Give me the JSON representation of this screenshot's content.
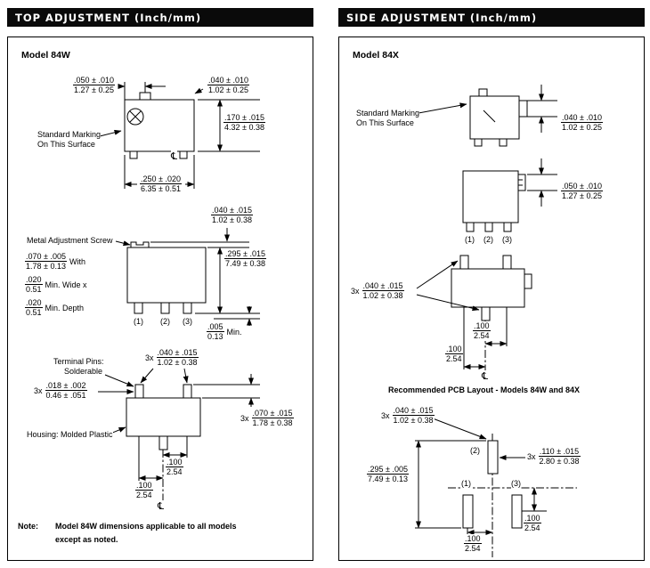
{
  "left": {
    "header": "TOP ADJUSTMENT (Inch/mm)",
    "model": "Model 84W",
    "top_view": {
      "dim_050": {
        "in": ".050 ± .010",
        "mm": "1.27 ± 0.25"
      },
      "dim_040": {
        "in": ".040 ± .010",
        "mm": "1.02 ± 0.25"
      },
      "dim_170": {
        "in": ".170 ± .015",
        "mm": "4.32 ± 0.38"
      },
      "dim_250": {
        "in": ".250 ± .020",
        "mm": "6.35 ± 0.51"
      },
      "marking1": "Standard Marking",
      "marking2": "On This Surface",
      "centerline": "℄"
    },
    "front_view": {
      "dim_040": {
        "in": ".040 ± .015",
        "mm": "1.02 ± 0.38"
      },
      "screw_label": "Metal Adjustment Screw",
      "dim_070": {
        "in": ".070 ± .005",
        "mm": "1.78 ± 0.13",
        "suffix": "With"
      },
      "dim_020w": {
        "in": ".020",
        "mm": "0.51",
        "suffix": "Min. Wide x"
      },
      "dim_020d": {
        "in": ".020",
        "mm": "0.51",
        "suffix": "Min. Depth"
      },
      "dim_295": {
        "in": ".295 ± .015",
        "mm": "7.49 ± 0.38"
      },
      "dim_005": {
        "in": ".005",
        "mm": "0.13",
        "suffix": "Min."
      },
      "pin1": "(1)",
      "pin2": "(2)",
      "pin3": "(3)"
    },
    "bottom_view": {
      "dim_040": {
        "prefix": "3x",
        "in": ".040 ± .015",
        "mm": "1.02 ± 0.38"
      },
      "terminal1": "Terminal Pins:",
      "terminal2": "Solderable",
      "dim_018": {
        "prefix": "3x",
        "in": ".018 ± .002",
        "mm": "0.46 ± .051"
      },
      "dim_070": {
        "prefix": "3x",
        "in": ".070 ± .015",
        "mm": "1.78 ± 0.38"
      },
      "housing_label": "Housing: Molded Plastic",
      "dim_100a": {
        "in": ".100",
        "mm": "2.54"
      },
      "dim_100b": {
        "in": ".100",
        "mm": "2.54"
      },
      "centerline": "℄"
    },
    "note": {
      "label": "Note:",
      "line1": "Model 84W dimensions applicable to all models",
      "line2": "except as noted."
    }
  },
  "right": {
    "header": "SIDE ADJUSTMENT (Inch/mm)",
    "model": "Model 84X",
    "view1": {
      "marking1": "Standard Marking",
      "marking2": "On This Surface",
      "dim_040": {
        "in": ".040 ± .010",
        "mm": "1.02 ± 0.25"
      }
    },
    "view2": {
      "dim_050": {
        "in": ".050 ± .010",
        "mm": "1.27 ± 0.25"
      },
      "pin1": "(1)",
      "pin2": "(2)",
      "pin3": "(3)"
    },
    "view3": {
      "dim_040": {
        "prefix": "3x",
        "in": ".040 ± .015",
        "mm": "1.02 ± 0.38"
      },
      "dim_100a": {
        "in": ".100",
        "mm": "2.54"
      },
      "dim_100b": {
        "in": ".100",
        "mm": "2.54"
      },
      "centerline": "℄"
    },
    "pcb_title": "Recommended PCB Layout - Models 84W and 84X",
    "pcb": {
      "dim_040": {
        "prefix": "3x",
        "in": ".040 ± .015",
        "mm": "1.02 ± 0.38"
      },
      "dim_110": {
        "prefix": "3x",
        "in": ".110 ± .015",
        "mm": "2.80 ± 0.38"
      },
      "dim_295": {
        "in": ".295 ± .005",
        "mm": "7.49 ± 0.13"
      },
      "dim_100a": {
        "in": ".100",
        "mm": "2.54"
      },
      "dim_100b": {
        "in": ".100",
        "mm": "2.54"
      },
      "pad1": "(1)",
      "pad2": "(2)",
      "pad3": "(3)"
    }
  }
}
